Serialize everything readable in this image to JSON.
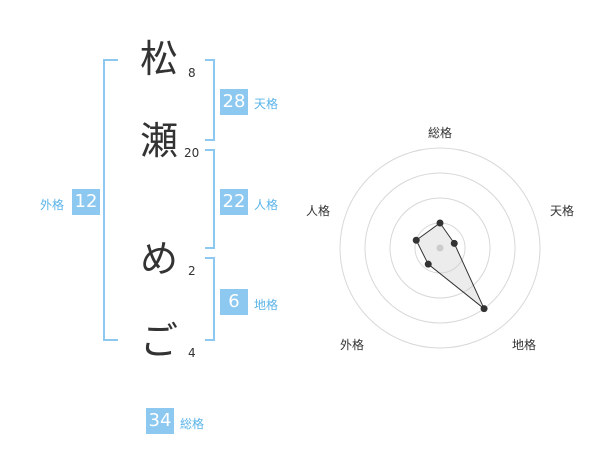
{
  "name_chars": [
    {
      "char": "松",
      "strokes": "8"
    },
    {
      "char": "瀬",
      "strokes": "20"
    },
    {
      "char": "め",
      "strokes": "2"
    },
    {
      "char": "ご",
      "strokes": "4"
    }
  ],
  "fortune": {
    "tenkaku": {
      "value": "28",
      "label": "天格"
    },
    "jinkaku": {
      "value": "22",
      "label": "人格"
    },
    "chikaku": {
      "value": "6",
      "label": "地格"
    },
    "gaikaku": {
      "value": "12",
      "label": "外格"
    },
    "soukaku": {
      "value": "34",
      "label": "総格"
    }
  },
  "radar": {
    "labels": [
      "総格",
      "天格",
      "地格",
      "外格",
      "人格"
    ],
    "rings": 4,
    "values": [
      0.25,
      0.15,
      0.75,
      0.2,
      0.25
    ]
  },
  "colors": {
    "accent": "#8cc8f0",
    "accent_text": "#5ab4e8",
    "bracket": "#8cc8f0"
  }
}
